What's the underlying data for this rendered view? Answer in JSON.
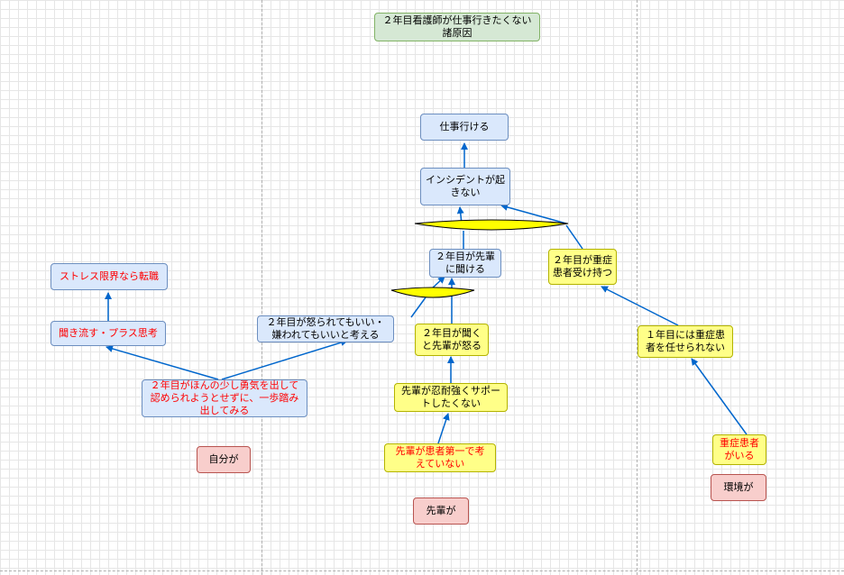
{
  "title": "２年目看護師が仕事行きたくない\n諸原因",
  "nodes": {
    "goal": "仕事行ける",
    "no_incident": "インシデントが起\nきない",
    "ask_senior": "２年目が先輩\nに聞ける",
    "take_severe": "２年目が重症\n患者受け持つ",
    "ok_scolded": "２年目が怒られてもいい・\n嫌われてもいいと考える",
    "ask_then_angry": "２年目が聞く\nと先輩が怒る",
    "first_year": "１年目には重症患\n者を任せられない",
    "change_job": "ストレス限界なら転職",
    "let_it_pass": "聞き流す・プラス思考",
    "brave_step": "２年目がほんの少し勇気を出して\n認められようとせずに、一歩踏み\n出してみる",
    "no_support": "先輩が忍耐強くサポー\nトしたくない",
    "patient_first": "先輩が患者第一で考\nえていない",
    "severe_patient": "重症患者\nがいる",
    "self_label": "自分が",
    "senior_label": "先輩が",
    "env_label": "環境が"
  },
  "colors": {
    "blue_fill": "#dae8fc",
    "yellow_fill": "#ffff88",
    "pink_fill": "#f8cecc",
    "green_fill": "#d5e8d4",
    "arrow": "#0066cc",
    "red_text": "#ff0000",
    "and_gate": "#ffff00"
  }
}
